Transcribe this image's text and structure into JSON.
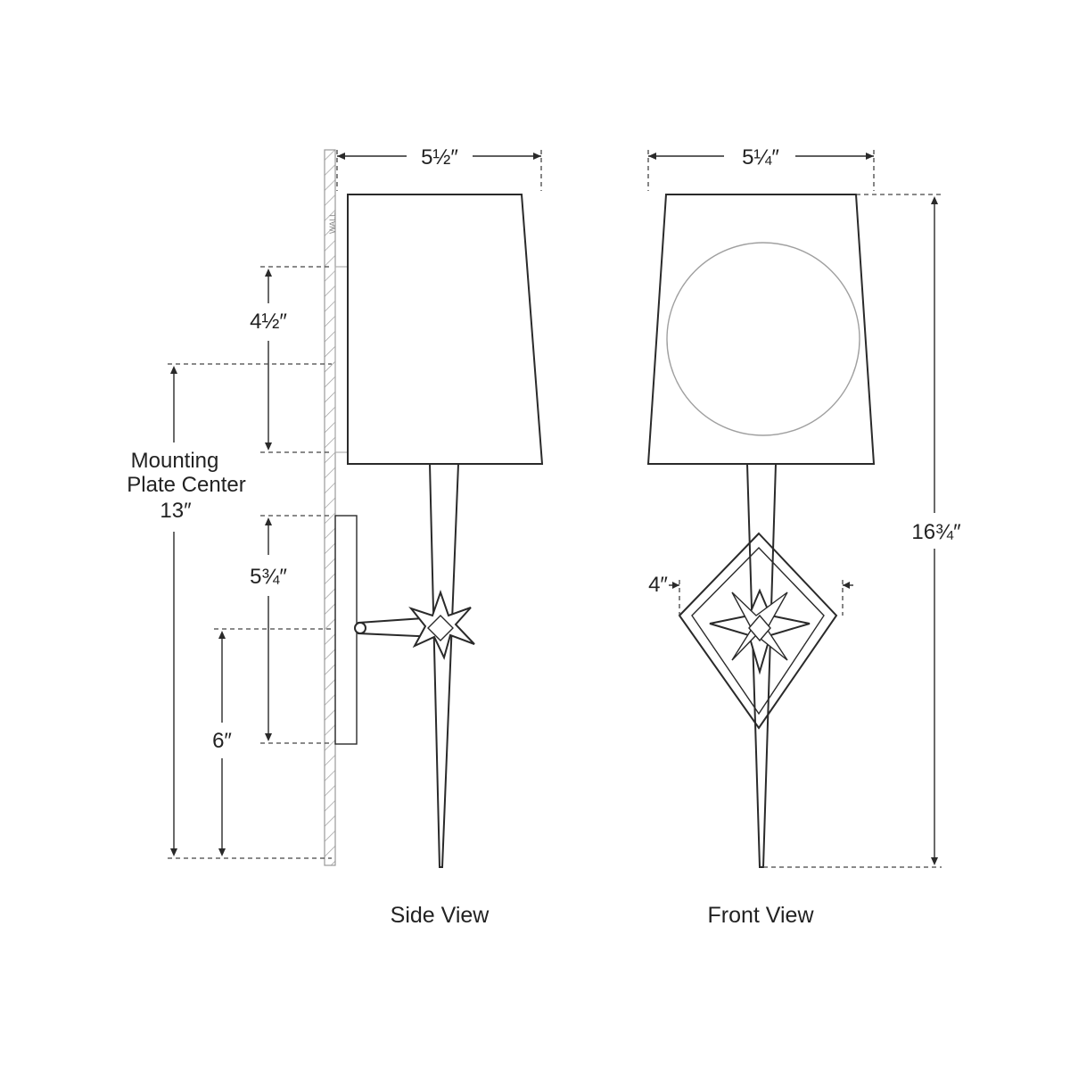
{
  "views": {
    "side": {
      "caption": "Side View"
    },
    "front": {
      "caption": "Front View"
    }
  },
  "wall_label": "WALL",
  "dimensions": {
    "side_width": "5½″",
    "front_width": "5¼″",
    "overall_height": "16¾″",
    "backplate_top": "4½″",
    "backplate_bottom": "5¾″",
    "arm_height": "6″",
    "front_depth": "4″",
    "mounting": {
      "line1": "Mounting",
      "line2": "Plate Center",
      "line3": "13″"
    }
  }
}
